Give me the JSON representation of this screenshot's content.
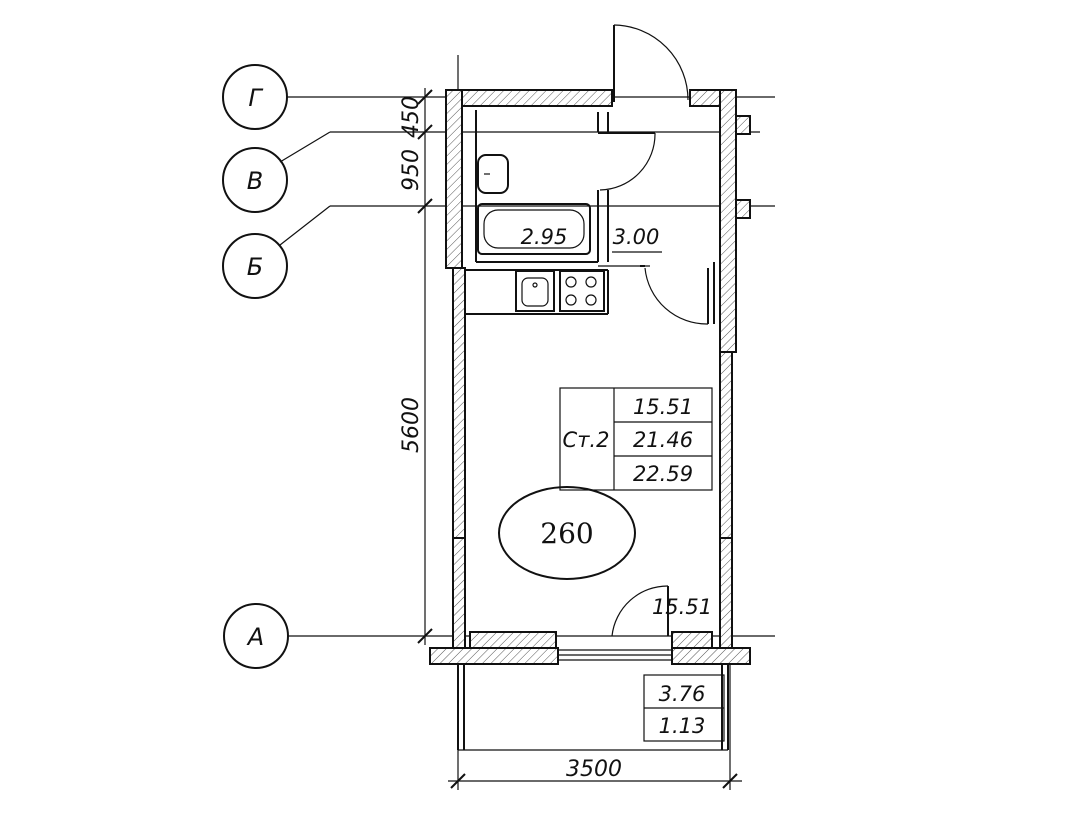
{
  "grid_axes": {
    "g": "Г",
    "v": "В",
    "b": "Б",
    "a": "А"
  },
  "dimensions": {
    "d450": "450",
    "d950": "950",
    "d5600": "5600",
    "d3500": "3500"
  },
  "room_areas": {
    "bathroom": "2.95",
    "kitchen_zone": "3.00",
    "living_room": "15.51",
    "balcony_total": "3.76",
    "balcony_reduced": "1.13"
  },
  "unit_table": {
    "code": "Ст.2",
    "living_area": "15.51",
    "useful_area": "21.46",
    "total_area": "22.59"
  },
  "apartment_number": "260"
}
